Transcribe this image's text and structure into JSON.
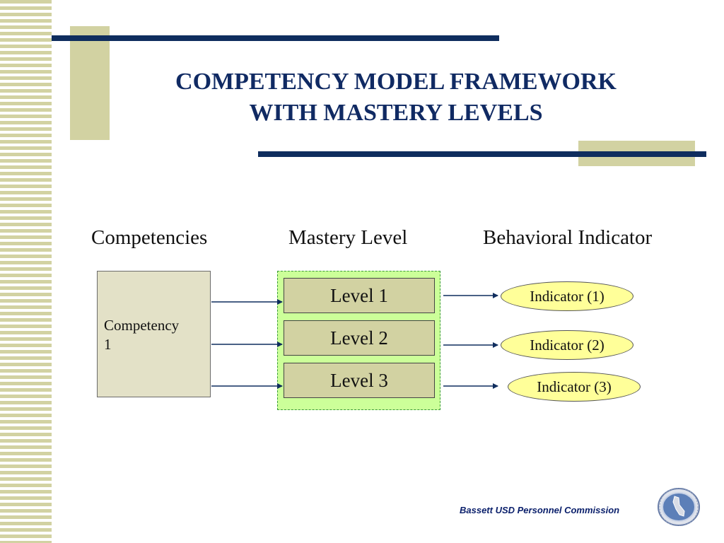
{
  "slide": {
    "title_line1": "COMPETENCY MODEL FRAMEWORK",
    "title_line2": "WITH MASTERY LEVELS"
  },
  "diagram": {
    "column_headers": [
      "Competencies",
      "Mastery Level",
      "Behavioral Indicator"
    ],
    "competency": {
      "line1": "Competency",
      "line2": "1"
    },
    "levels": [
      "Level 1",
      "Level 2",
      "Level 3"
    ],
    "indicators": [
      "Indicator (1)",
      "Indicator (2)",
      "Indicator (3)"
    ]
  },
  "footer": {
    "text": "Bassett USD Personnel Commission"
  },
  "colors": {
    "title": "#102a63",
    "navy_line": "#0f2d5e",
    "tan": "#d2d2a2",
    "mastery_bg": "#ccff99",
    "indicator_fill": "#ffff99"
  },
  "icons": {
    "seal": "seal-logo-icon"
  }
}
